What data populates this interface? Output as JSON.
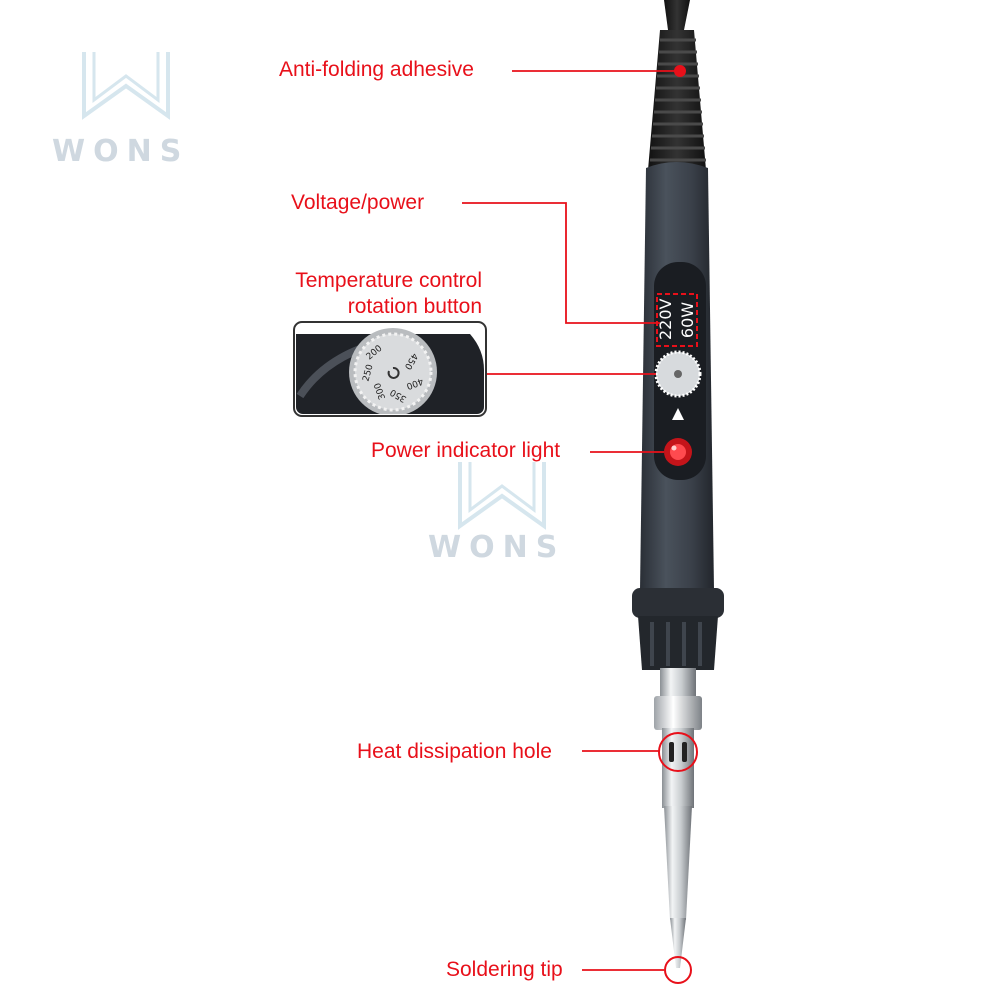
{
  "watermark": {
    "brand": "WONS"
  },
  "callouts": {
    "anti_folding": "Anti-folding adhesive",
    "voltage_power": "Voltage/power",
    "temp_control_line1": "Temperature control",
    "temp_control_line2": "rotation button",
    "power_light": "Power indicator light",
    "heat_hole": "Heat dissipation hole",
    "tip": "Soldering tip"
  },
  "display": {
    "voltage": "220V",
    "power": "60W"
  },
  "dial": {
    "marks": [
      "200",
      "250",
      "300",
      "350",
      "400",
      "450"
    ]
  },
  "colors": {
    "accent": "#e8101a",
    "handle": "#3a4049",
    "watermark": "#cfd8e0"
  }
}
